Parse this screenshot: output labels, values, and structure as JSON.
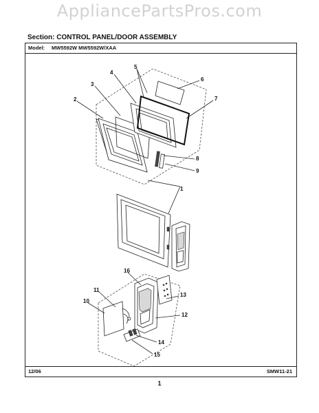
{
  "watermark": "AppliancePartsPros.com",
  "section": {
    "label": "Section:  CONTROL PANEL/DOOR ASSEMBLY"
  },
  "model": {
    "label": "Model:",
    "value": "MW5592W MW5592W/XAA"
  },
  "footer": {
    "date": "12/06",
    "code": "SMW11-21"
  },
  "page_number": "1",
  "callouts": [
    "1",
    "2",
    "3",
    "4",
    "5",
    "6",
    "7",
    "8",
    "9",
    "10",
    "11",
    "12",
    "13",
    "14",
    "15",
    "16"
  ]
}
